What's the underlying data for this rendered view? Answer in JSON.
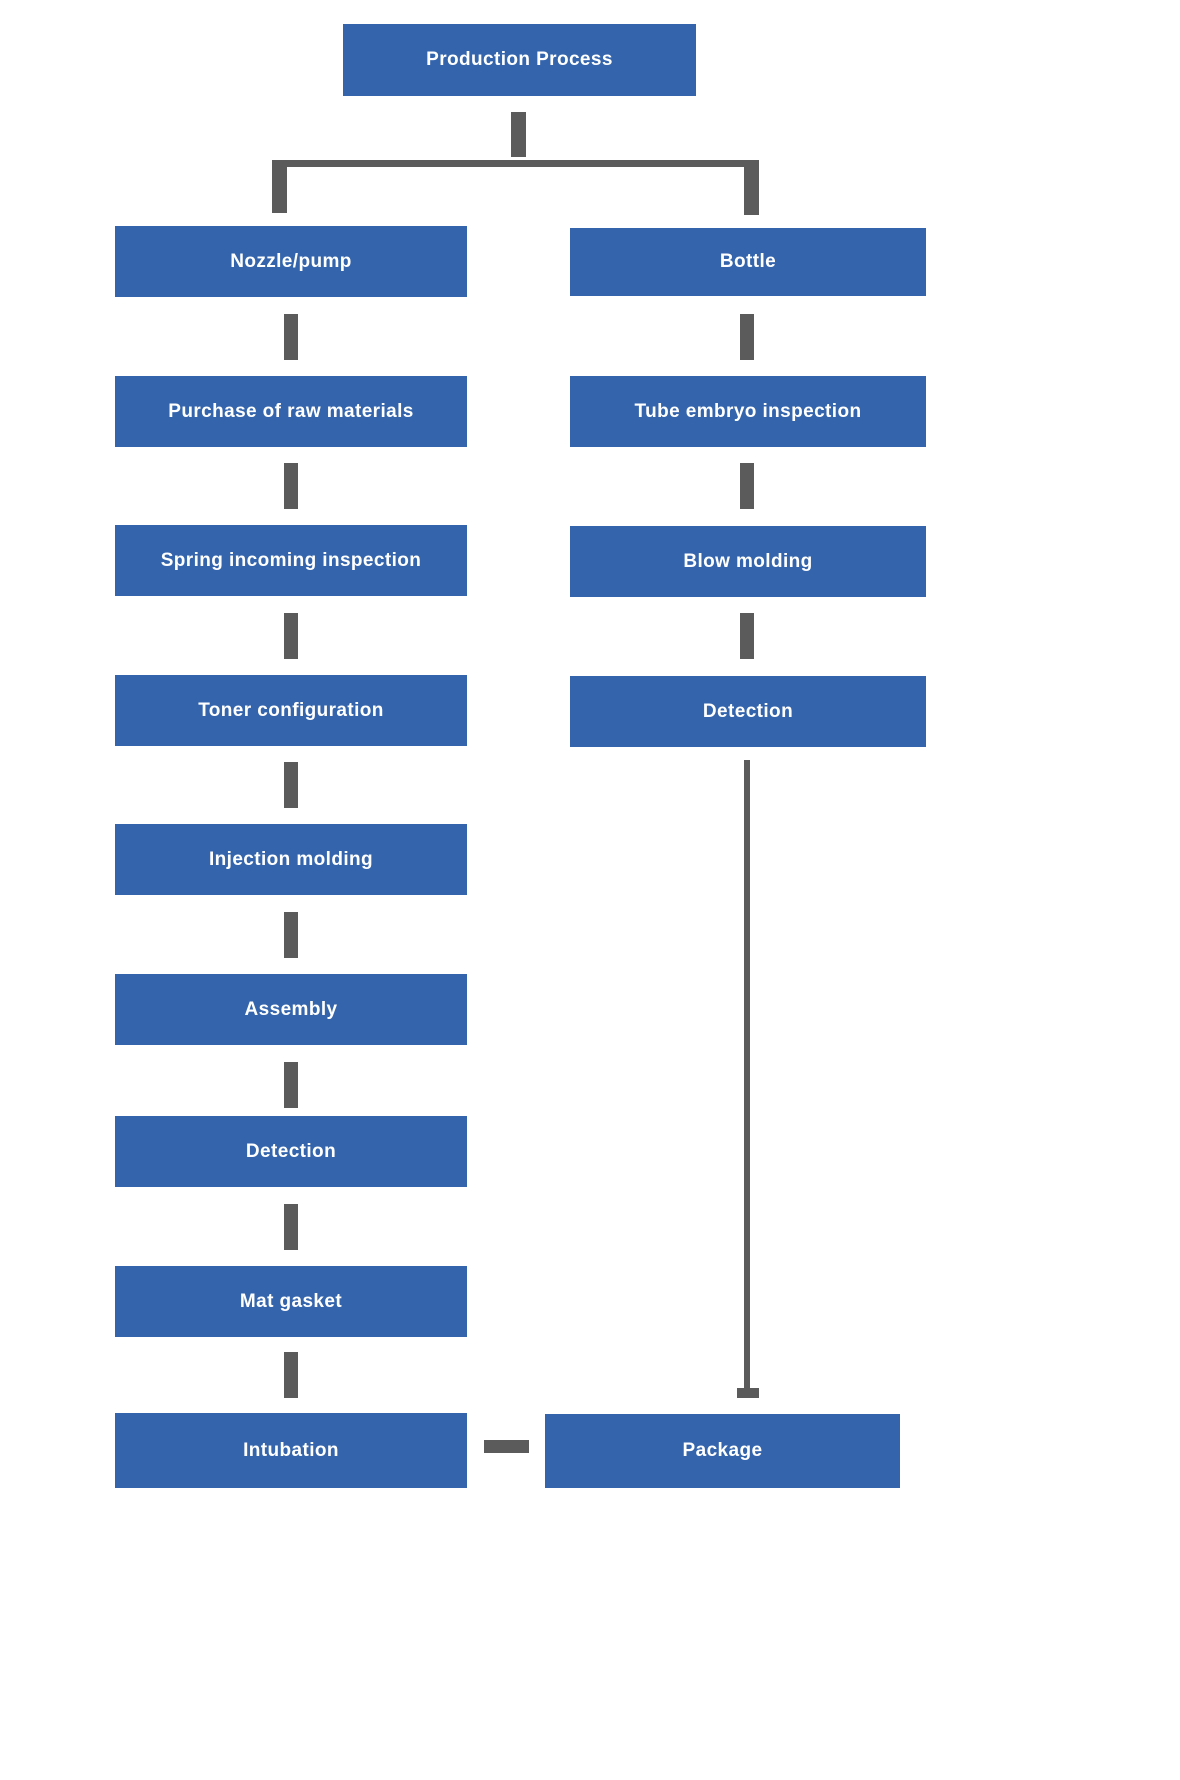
{
  "diagram": {
    "title": "Production Process",
    "colors": {
      "node_fill": "#3465AC",
      "node_text": "#FFFFFF",
      "connector": "#5B5B5B",
      "background": "#FFFFFF"
    },
    "root": {
      "label": "Production Process"
    },
    "left_branch": {
      "nodes": [
        "Nozzle/pump",
        "Purchase of raw materials",
        "Spring incoming inspection",
        "Toner configuration",
        "Injection molding",
        "Assembly",
        "Detection",
        "Mat gasket",
        "Intubation"
      ]
    },
    "right_branch": {
      "nodes": [
        "Bottle",
        "Tube embryo inspection",
        "Blow molding",
        "Detection",
        "Package"
      ]
    },
    "edges": [
      "Production Process -> Nozzle/pump",
      "Production Process -> Bottle",
      "Nozzle/pump -> Purchase of raw materials -> Spring incoming inspection -> Toner configuration -> Injection molding -> Assembly -> Detection -> Mat gasket -> Intubation",
      "Bottle -> Tube embryo inspection -> Blow molding -> Detection -> Package",
      "Intubation -> Package"
    ]
  }
}
